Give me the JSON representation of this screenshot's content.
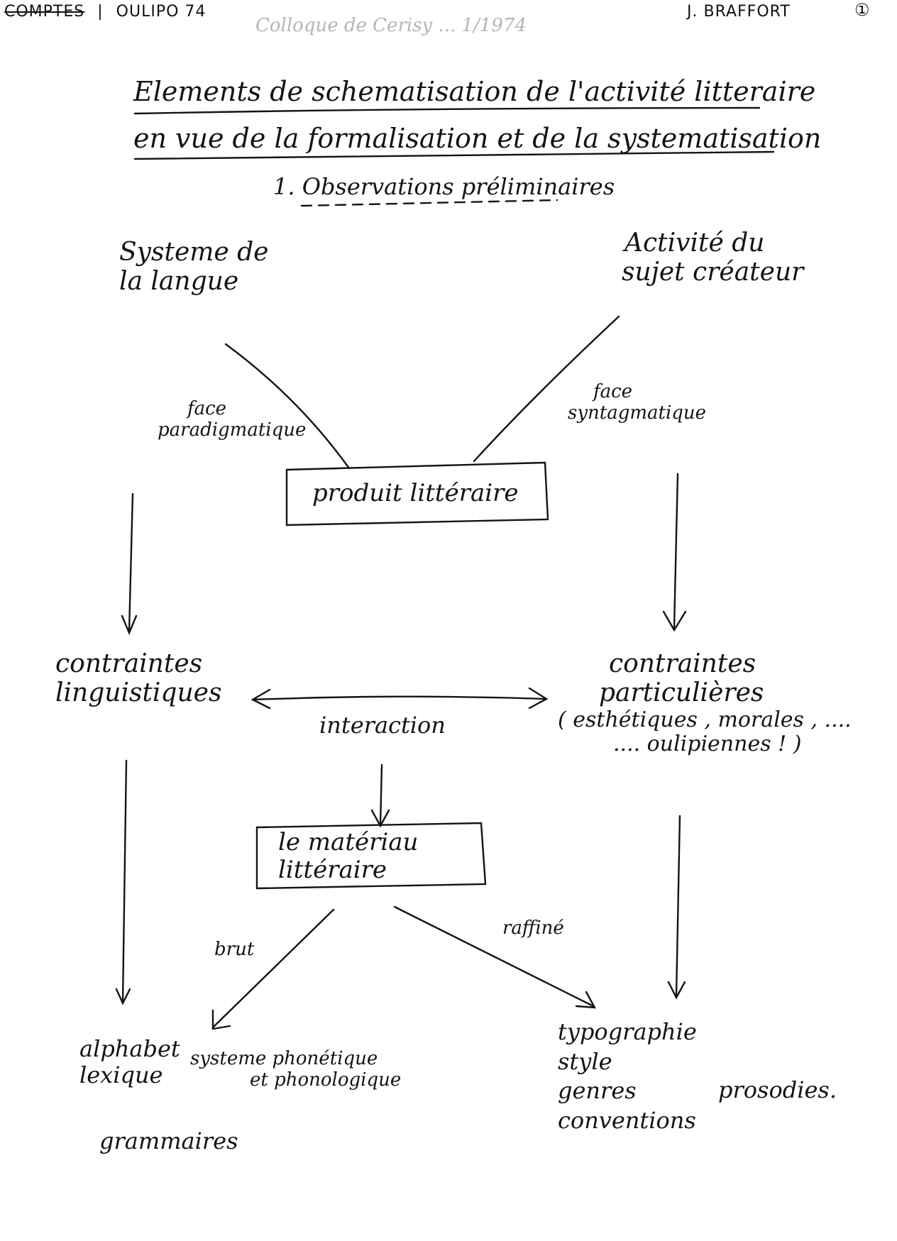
{
  "header": {
    "left_code": "COMPTES",
    "left_ref": "OULIPO 74",
    "author": "J. BRAFFORT",
    "page_mark": "①",
    "faint_note": "Colloque de Cerisy ... 1/1974"
  },
  "title": {
    "line1": "Elements de schematisation de l'activité litteraire",
    "line2": "en vue de la formalisation et de la systematisation",
    "subtitle": "1. Observations préliminaires"
  },
  "nodes": {
    "systeme_langue": [
      "Systeme de",
      "la langue"
    ],
    "activite_sujet": [
      "Activité du",
      "sujet créateur"
    ],
    "produit": "produit littéraire",
    "contraintes_ling": [
      "contraintes",
      "linguistiques"
    ],
    "contraintes_part": [
      "contraintes",
      "particulières",
      "( esthétiques , morales , ....",
      ".... oulipiennes ! )"
    ],
    "materiau": [
      "le matériau",
      "littéraire"
    ]
  },
  "edge_labels": {
    "face_para": [
      "face",
      "paradigmatique"
    ],
    "face_synt": [
      "face",
      "syntagmatique"
    ],
    "interaction": "interaction",
    "brut": "brut",
    "raffine": "raffiné"
  },
  "leaves": {
    "left_col": [
      "alphabet",
      "lexique"
    ],
    "phon": [
      "systeme phonétique",
      "et phonologique"
    ],
    "gramm": "grammaires",
    "right_col": [
      "typographie",
      "style",
      "genres",
      "conventions"
    ],
    "prosodies": "prosodies."
  }
}
